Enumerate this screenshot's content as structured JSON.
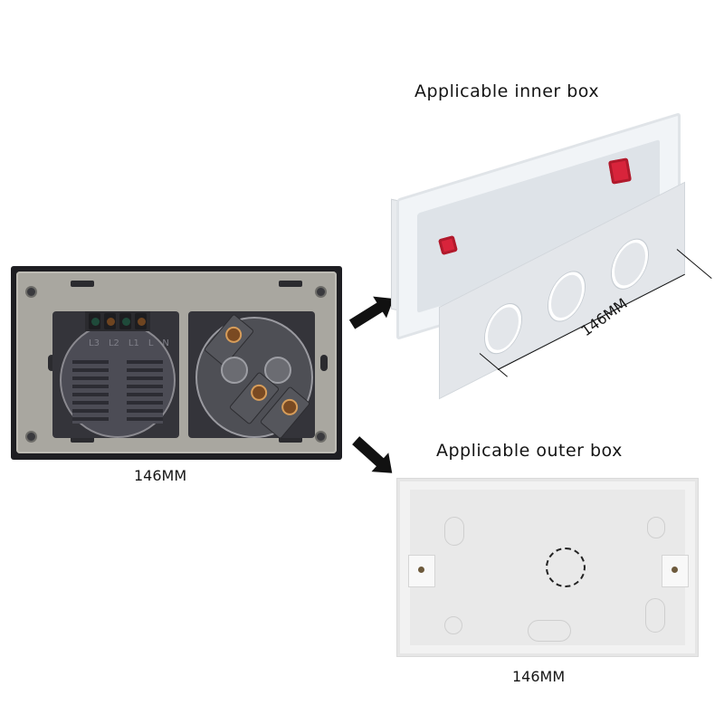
{
  "inner_box": {
    "title": "Applicable inner box",
    "dimension": "146MM",
    "colors": {
      "body": "#f1f4f7",
      "clip": "#d8243b"
    }
  },
  "outer_box": {
    "title": "Applicable outer box",
    "dimension": "146MM",
    "colors": {
      "body": "#f2f2f2"
    }
  },
  "switch_panel": {
    "dimension": "146MM",
    "terminal_labels": [
      "L3",
      "L2",
      "L1",
      "L"
    ],
    "neutral_label": "N",
    "colors": {
      "frame": "#1e1e22",
      "plate": "#a9a7a0",
      "module": "#34343a"
    }
  },
  "arrows": [
    {
      "name": "arrow-to-inner-box",
      "direction": "up-right"
    },
    {
      "name": "arrow-to-outer-box",
      "direction": "down-right"
    }
  ]
}
